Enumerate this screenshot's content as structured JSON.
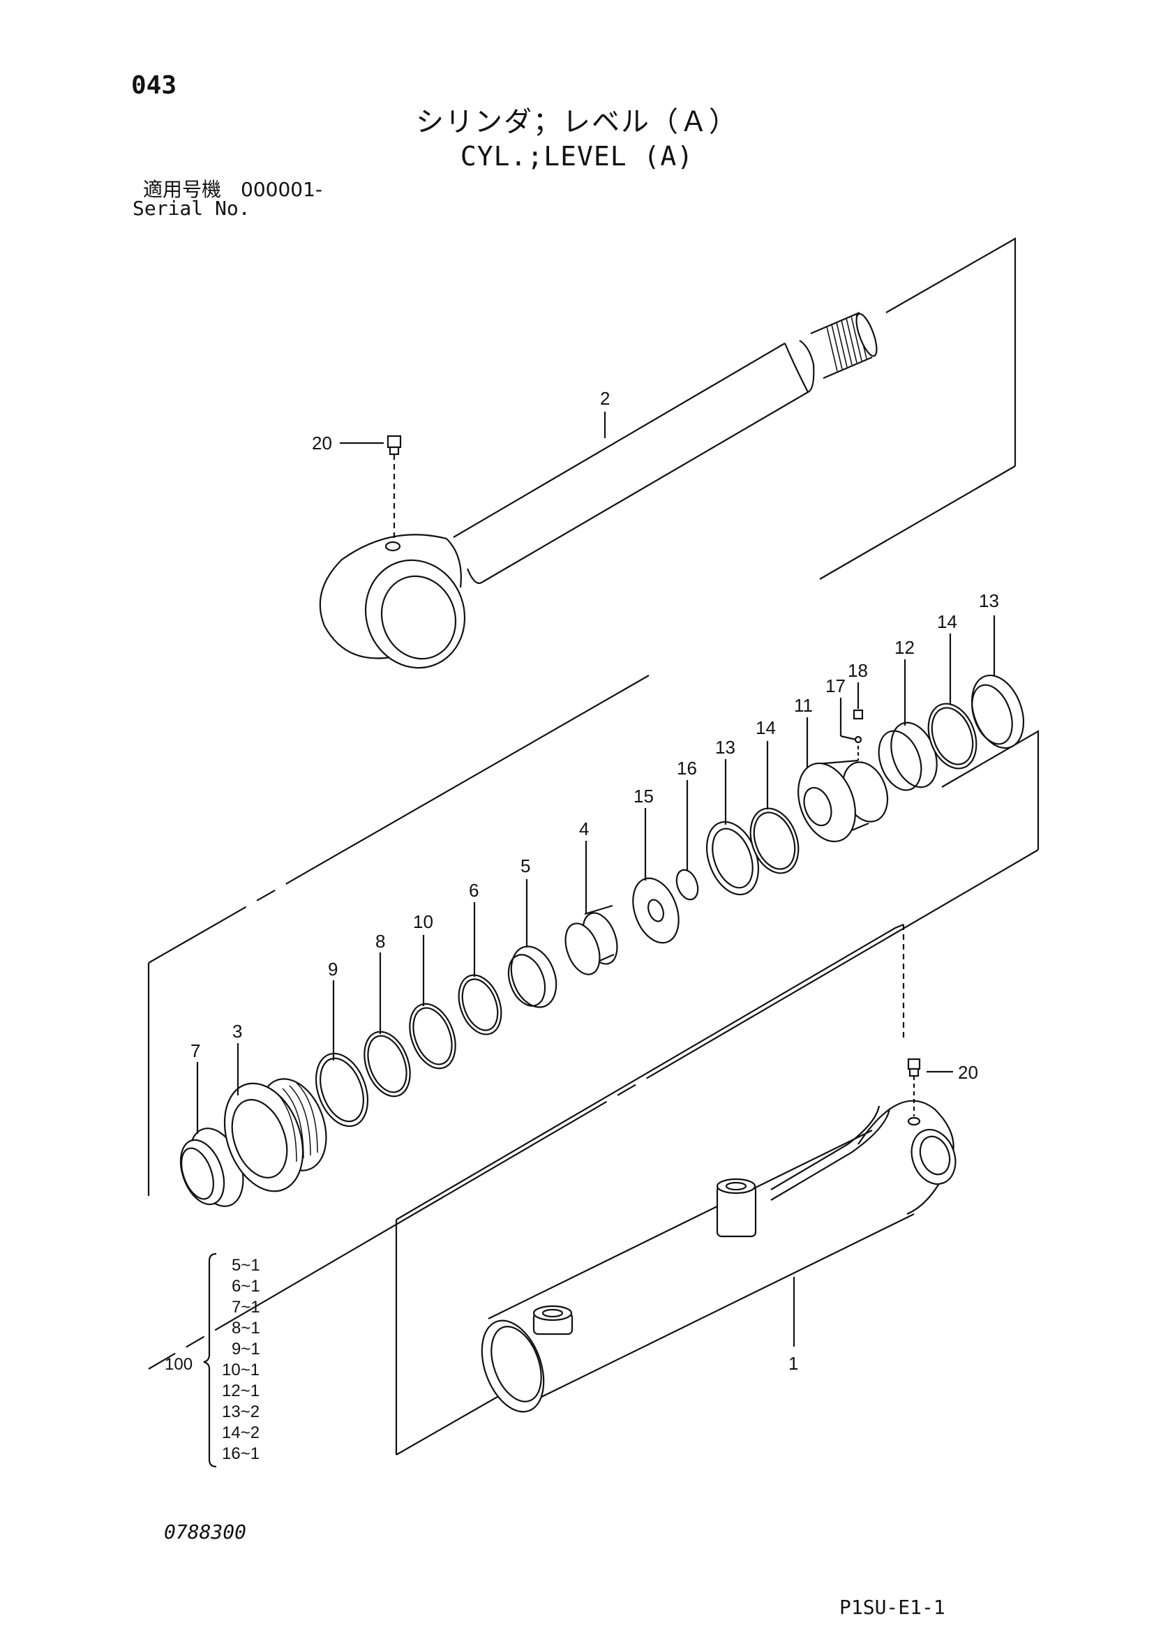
{
  "page_number": "043",
  "title_jp": "シリンダ；レベル（Ａ）",
  "title_en": "CYL.;LEVEL (A)",
  "serial_label_jp": "適用号機　000001-",
  "serial_label_en": "Serial No.",
  "drawing_number": "0788300",
  "page_code": "P1SU-E1-1",
  "callouts": [
    "1",
    "2",
    "3",
    "4",
    "5",
    "6",
    "7",
    "8",
    "9",
    "10",
    "11",
    "12",
    "13",
    "14",
    "15",
    "16",
    "17",
    "18",
    "20"
  ],
  "kit": {
    "number": "100",
    "items": [
      "5~1",
      "6~1",
      "7~1",
      "8~1",
      "9~1",
      "10~1",
      "12~1",
      "13~2",
      "14~2",
      "16~1"
    ]
  }
}
